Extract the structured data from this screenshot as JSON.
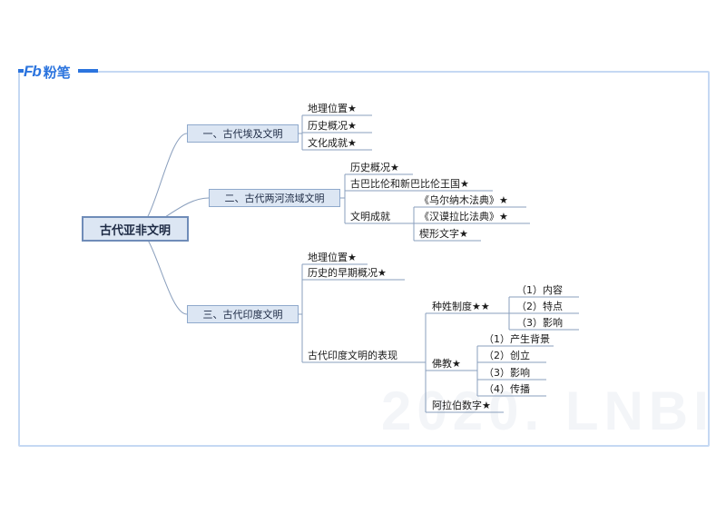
{
  "brand": {
    "mark": "Fb",
    "name": "粉笔"
  },
  "watermark": "2020. LNBI",
  "mindmap": {
    "root": "古代亚非文明",
    "branches": [
      {
        "label": "一、古代埃及文明",
        "children": [
          {
            "label": "地理位置★"
          },
          {
            "label": "历史概况★"
          },
          {
            "label": "文化成就★"
          }
        ]
      },
      {
        "label": "二、古代两河流域文明",
        "children": [
          {
            "label": "历史概况★"
          },
          {
            "label": "古巴比伦和新巴比伦王国★"
          },
          {
            "label": "文明成就",
            "children": [
              {
                "label": "《乌尔纳木法典》★"
              },
              {
                "label": "《汉谟拉比法典》★"
              },
              {
                "label": "楔形文字★"
              }
            ]
          }
        ]
      },
      {
        "label": "三、古代印度文明",
        "children": [
          {
            "label": "地理位置★"
          },
          {
            "label": "历史的早期概况★"
          },
          {
            "label": "古代印度文明的表现",
            "children": [
              {
                "label": "种姓制度★★",
                "children": [
                  {
                    "label": "（1）内容"
                  },
                  {
                    "label": "（2）特点"
                  },
                  {
                    "label": "（3）影响"
                  }
                ]
              },
              {
                "label": "佛教★",
                "children": [
                  {
                    "label": "（1）产生背景"
                  },
                  {
                    "label": "（2）创立"
                  },
                  {
                    "label": "（3）影响"
                  },
                  {
                    "label": "（4）传播"
                  }
                ]
              },
              {
                "label": "阿拉伯数字★"
              }
            ]
          }
        ]
      }
    ]
  }
}
